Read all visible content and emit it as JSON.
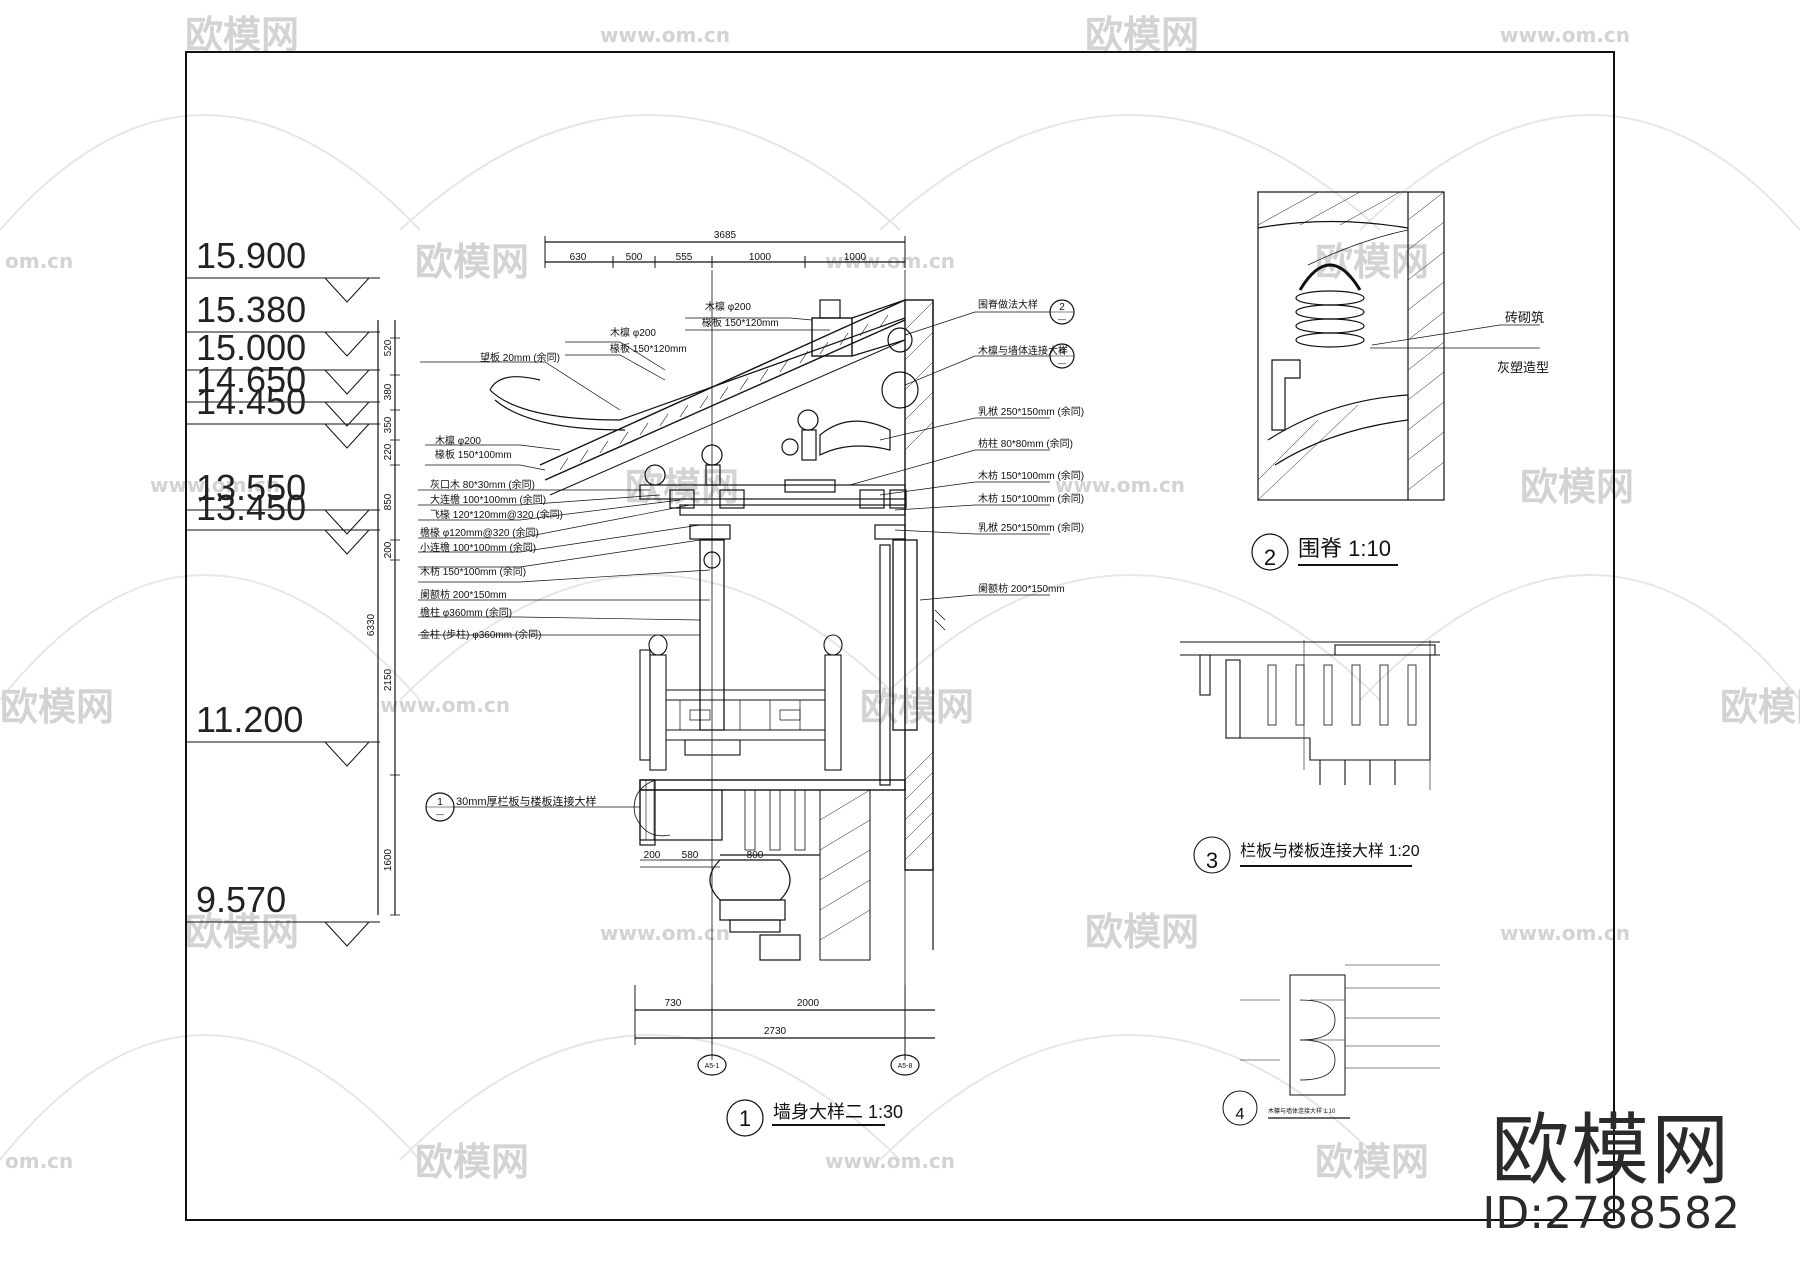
{
  "watermark": {
    "brand": "欧模网",
    "url": "www.om.cn",
    "short_url": "om.cn"
  },
  "brand_mark": {
    "logo": "欧模网",
    "id": "ID:2788582"
  },
  "drawing": {
    "levels": [
      "15.900",
      "15.380",
      "15.000",
      "14.650",
      "14.450",
      "13.550",
      "13.450",
      "11.200",
      "9.570"
    ],
    "top_dims": [
      "3685",
      "630",
      "500",
      "555",
      "1000",
      "1000"
    ],
    "left_dims": [
      "520",
      "380",
      "350",
      "220",
      "850",
      "200",
      "6330",
      "2150",
      "1600"
    ],
    "bottom_dims": [
      "730",
      "2000",
      "2730"
    ],
    "small_dims": [
      "200",
      "580",
      "800"
    ],
    "axis_labels": [
      "A5-1",
      "A5-8"
    ],
    "notes_left": [
      "木檩 φ200",
      "椽板 150*120mm",
      "望板 20mm (余同)",
      "木檩 φ200",
      "椽板 150*100mm",
      "灰口木 80*30mm (余同)",
      "大连檐 100*100mm (余同)",
      "飞椽 120*120mm@320 (余同)",
      "檐椽 φ120mm@320 (余同)",
      "小连檐 100*100mm (余同)",
      "木枋 150*100mm (余同)",
      "阑额枋 200*150mm",
      "檐柱 φ360mm (余同)",
      "金柱 (步柱) φ360mm (余同)"
    ],
    "notes_top": [
      "木檩 φ200",
      "椽板 150*120mm"
    ],
    "notes_right": [
      "围脊做法大样",
      "木檩与墙体连接大样",
      "乳栿 250*150mm (余同)",
      "枋柱 80*80mm (余同)",
      "木枋 150*100mm (余同)",
      "木枋 150*100mm (余同)",
      "乳栿 250*150mm (余同)",
      "阑额枋 200*150mm"
    ],
    "ref_callouts": [
      {
        "num": "2",
        "sub": "—"
      },
      {
        "num": "4",
        "sub": "—"
      },
      {
        "num": "1",
        "sub": "—"
      }
    ],
    "detail_note_1": "30mm厚栏板与楼板连接大样",
    "titles": [
      {
        "num": "1",
        "text": "墙身大样二 1:30"
      },
      {
        "num": "2",
        "text": "围脊 1:10"
      },
      {
        "num": "3",
        "text": "栏板与楼板连接大样 1:20"
      },
      {
        "num": "4",
        "text": "木檩与墙体连接大样 1:10"
      }
    ],
    "detail2_labels": [
      "砖砌筑",
      "灰塑造型"
    ]
  }
}
